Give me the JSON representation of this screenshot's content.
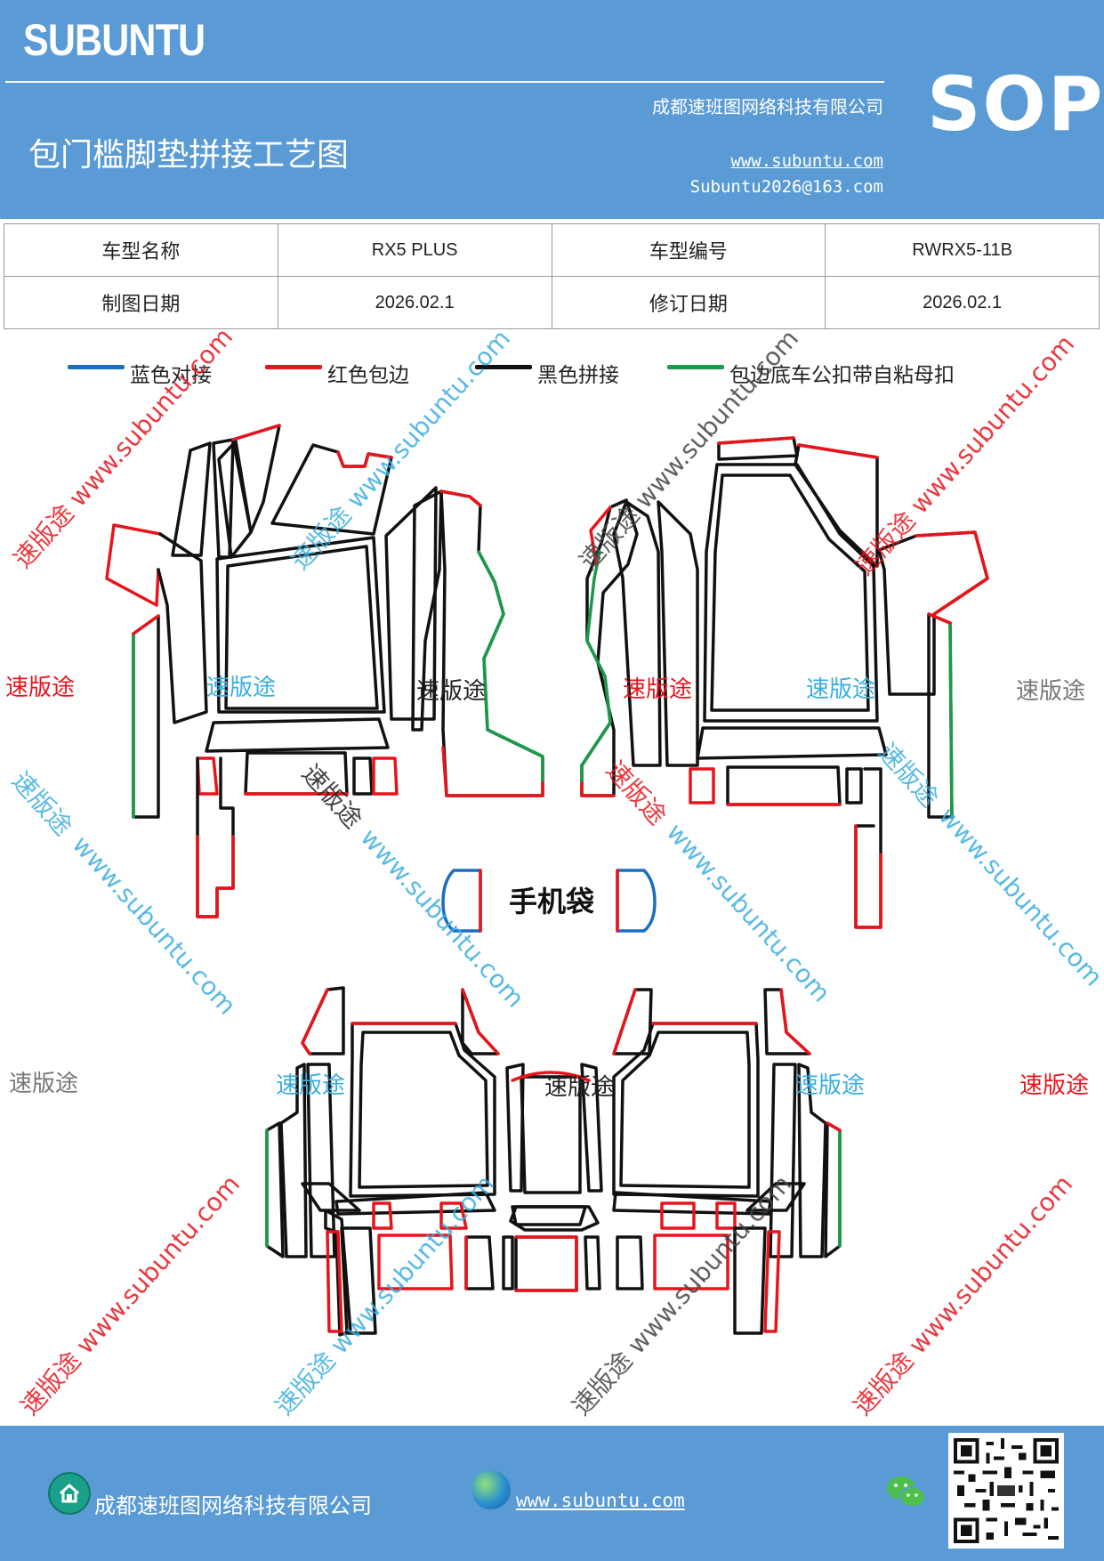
{
  "header": {
    "logo": "SUBUNTU",
    "company": "成都速班图网络科技有限公司",
    "title": "包门槛脚垫拼接工艺图",
    "website": "www.subuntu.com",
    "email": "Subuntu2026@163.com",
    "sop": "SOP"
  },
  "info_table": {
    "model_name_label": "车型名称",
    "model_name": "RX5 PLUS",
    "model_code_label": "车型编号",
    "model_code": "RWRX5-11B",
    "draw_date_label": "制图日期",
    "draw_date": "2026.02.1",
    "revise_date_label": "修订日期",
    "revise_date": "2026.02.1"
  },
  "legend": [
    {
      "label": "蓝色对接",
      "color": "#1a6fc0"
    },
    {
      "label": "红色包边",
      "color": "#e8141c"
    },
    {
      "label": "黑色拼接",
      "color": "#111111"
    },
    {
      "label": "包边底车公扣带自粘母扣",
      "color": "#1a9a4a"
    }
  ],
  "diagram": {
    "phone_bag_label": "手机袋"
  },
  "watermarks": {
    "brand": "速版途",
    "diagonal": "速版途 www.subuntu.com",
    "diagonal_down": "www.subuntu.com"
  },
  "footer": {
    "company": "成都速班图网络科技有限公司",
    "website": "www.subuntu.com",
    "home_icon": "home-icon",
    "globe_icon": "globe-icon",
    "wechat_icon": "wechat-icon"
  },
  "colors": {
    "brand_blue": "#5b9bd5",
    "edge_blue": "#1a6fc0",
    "edge_red": "#e8141c",
    "edge_black": "#111111",
    "edge_green": "#1a9a4a"
  }
}
